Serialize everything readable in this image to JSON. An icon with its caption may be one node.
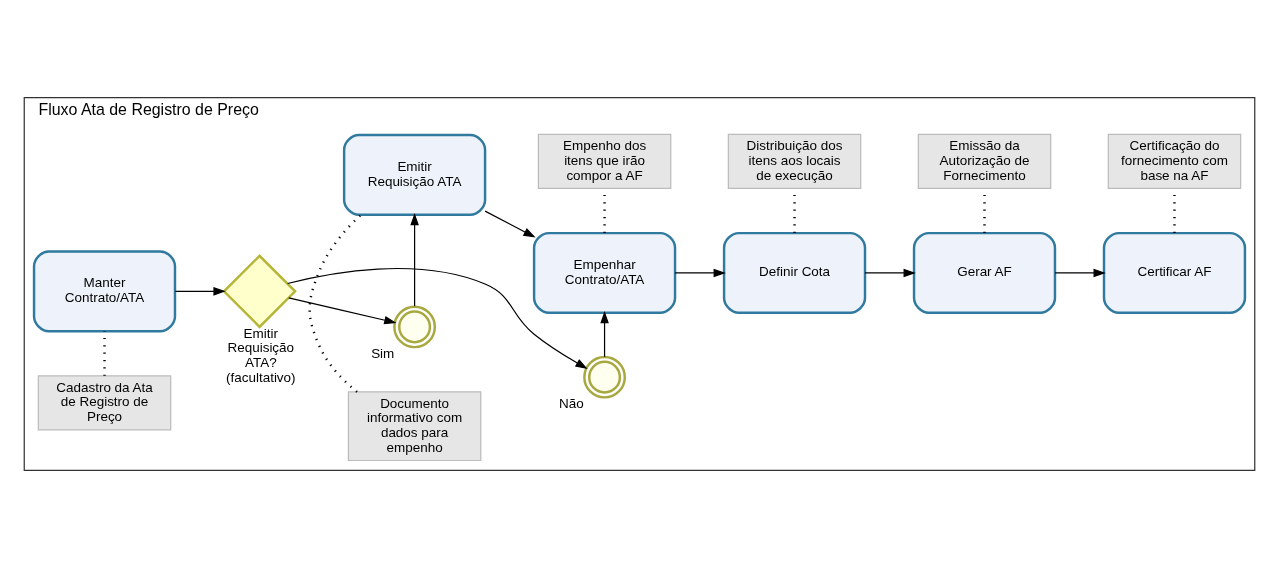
{
  "diagram": {
    "nodes": [
      {
        "text": [
          "Fluxo Ata de Registro de Preço"
        ]
      },
      {
        "text": [
          "Cadastro da Ata de Registro de Preço"
        ],
        "in": 0
      },
      {
        "text": [
          "Manter Contrato/ATA"
        ],
        "in": 0
      },
      {
        "text": [],
        "shape": "diamond",
        "beside": [
          "Emitir Requisição ATA? (facultativo)"
        ],
        "in": 0
      },
      {
        "text": [],
        "shape": "circle",
        "beside": [
          "Sim"
        ],
        "in": 0
      },
      {
        "text": [],
        "shape": "circle",
        "beside": [
          "Não"
        ],
        "in": 0
      },
      {
        "text": [
          "Documento informativo com dados para empenho"
        ],
        "in": 0
      },
      {
        "text": [
          "Emitir Requisição ATA"
        ],
        "in": 0
      },
      {
        "text": [
          "Empenhar Contrato/ATA"
        ],
        "in": 0
      },
      {
        "text": [
          "Empenho dos itens que irão compor a AF"
        ],
        "in": 0
      },
      {
        "text": [
          "Definir Cota"
        ],
        "in": 0
      },
      {
        "text": [
          "Distribuição dos itens aos locais de execução"
        ],
        "in": 0
      },
      {
        "text": [
          "Gerar AF"
        ],
        "in": 0
      },
      {
        "text": [
          "Emissão da Autorização de Fornecimento"
        ],
        "in": 0
      },
      {
        "text": [
          "Certificar AF"
        ],
        "in": 0
      },
      {
        "text": [
          "Certificação do fornecimento com base na AF"
        ],
        "in": 0
      }
    ],
    "edges": [
      {
        "from": 1,
        "to": 2,
        "arrow": "none",
        "style": "dashed"
      },
      {
        "from": 2,
        "to": 3,
        "arrow": "to"
      },
      {
        "from": 3,
        "to": 4,
        "arrow": "to"
      },
      {
        "from": 3,
        "to": 5,
        "arrow": "to"
      },
      {
        "from": 6,
        "to": 7,
        "arrow": "none",
        "style": "dashed"
      },
      {
        "from": 4,
        "to": 7,
        "arrow": "to"
      },
      {
        "from": 5,
        "to": 8,
        "arrow": "to"
      },
      {
        "from": 7,
        "to": 8,
        "arrow": "to"
      },
      {
        "from": 8,
        "to": 9,
        "arrow": "none",
        "style": "dashed"
      },
      {
        "from": 8,
        "to": 10,
        "arrow": "to"
      },
      {
        "from": 10,
        "to": 11,
        "arrow": "none",
        "style": "dashed"
      },
      {
        "from": 10,
        "to": 12,
        "arrow": "to"
      },
      {
        "from": 12,
        "to": 13,
        "arrow": "none",
        "style": "dashed"
      },
      {
        "from": 12,
        "to": 14,
        "arrow": "to"
      },
      {
        "from": 14,
        "to": 15,
        "arrow": "none",
        "style": "dashed"
      }
    ]
  }
}
